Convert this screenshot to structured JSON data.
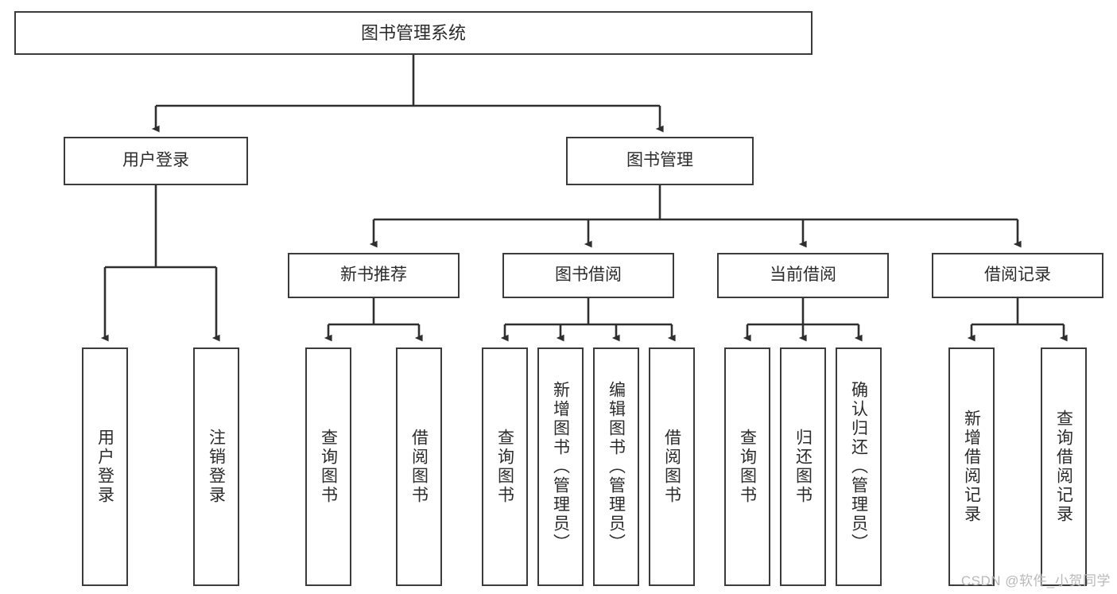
{
  "diagram": {
    "type": "tree-hierarchy-diagram",
    "title": "图书管理系统",
    "watermark": "CSDN @软件_小贺同学",
    "colors": {
      "stroke": "#3b3b3b",
      "text": "#2b2b2b",
      "background": "#ffffff",
      "watermark": "#b9b9b9"
    },
    "levels": {
      "root": {
        "label": "图书管理系统"
      },
      "level2": [
        {
          "id": "user-login",
          "label": "用户登录"
        },
        {
          "id": "book-management",
          "label": "图书管理"
        }
      ],
      "level3": [
        {
          "id": "new-book-recommend",
          "label": "新书推荐",
          "parent": "book-management"
        },
        {
          "id": "book-borrow",
          "label": "图书借阅",
          "parent": "book-management"
        },
        {
          "id": "current-borrow",
          "label": "当前借阅",
          "parent": "book-management"
        },
        {
          "id": "borrow-record",
          "label": "借阅记录",
          "parent": "book-management"
        }
      ],
      "leaves": [
        {
          "id": "leaf-user-login",
          "label": "用户登录",
          "parent": "user-login"
        },
        {
          "id": "leaf-logout-login",
          "label": "注销登录",
          "parent": "user-login"
        },
        {
          "id": "leaf-query-book-1",
          "label": "查询图书",
          "parent": "new-book-recommend"
        },
        {
          "id": "leaf-borrow-book-1",
          "label": "借阅图书",
          "parent": "new-book-recommend"
        },
        {
          "id": "leaf-query-book-2",
          "label": "查询图书",
          "parent": "book-borrow"
        },
        {
          "id": "leaf-add-book",
          "label": "新增图书（管理员）",
          "parent": "book-borrow"
        },
        {
          "id": "leaf-edit-book",
          "label": "编辑图书（管理员）",
          "parent": "book-borrow"
        },
        {
          "id": "leaf-borrow-book-2",
          "label": "借阅图书",
          "parent": "book-borrow"
        },
        {
          "id": "leaf-query-book-3",
          "label": "查询图书",
          "parent": "current-borrow"
        },
        {
          "id": "leaf-return-book",
          "label": "归还图书",
          "parent": "current-borrow"
        },
        {
          "id": "leaf-confirm-return",
          "label": "确认归还（管理员）",
          "parent": "current-borrow"
        },
        {
          "id": "leaf-add-record",
          "label": "新增借阅记录",
          "parent": "borrow-record"
        },
        {
          "id": "leaf-query-record",
          "label": "查询借阅记录",
          "parent": "borrow-record"
        }
      ]
    }
  }
}
